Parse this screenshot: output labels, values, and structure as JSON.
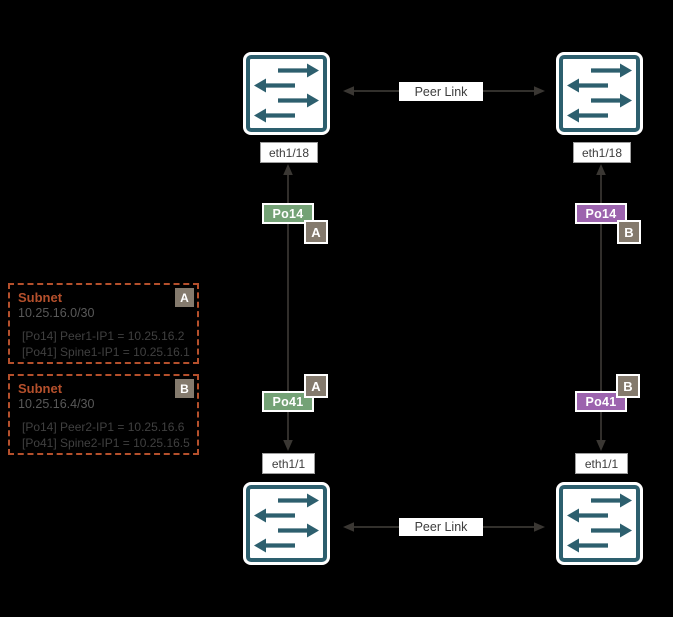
{
  "colors": {
    "background": "#000000",
    "teal": "#2d5f6e",
    "line": "#3a3733",
    "green": "#74a276",
    "purple": "#9c63ae",
    "badge-gray": "#847a6d",
    "orange": "#b5502c",
    "text-dark": "#3d3d3d",
    "text-gray": "#595959",
    "text-entry": "#404040",
    "label-border": "#9e9e9e"
  },
  "peer_link": {
    "top": "Peer Link",
    "bottom": "Peer Link"
  },
  "ports": {
    "top_left": "eth1/18",
    "top_right": "eth1/18",
    "bottom_left": "eth1/1",
    "bottom_right": "eth1/1"
  },
  "port_channels": {
    "top_left": {
      "label": "Po14",
      "badge": "A"
    },
    "top_right": {
      "label": "Po14",
      "badge": "B"
    },
    "bottom_left": {
      "label": "Po41",
      "badge": "A"
    },
    "bottom_right": {
      "label": "Po41",
      "badge": "B"
    }
  },
  "subnets": [
    {
      "title": "Subnet",
      "badge": "A",
      "cidr": "10.25.16.0/30",
      "entries": [
        "[Po14] Peer1-IP1 = 10.25.16.2",
        "[Po41] Spine1-IP1 = 10.25.16.1"
      ]
    },
    {
      "title": "Subnet",
      "badge": "B",
      "cidr": "10.25.16.4/30",
      "entries": [
        "[Po14] Peer2-IP1 = 10.25.16.6",
        "[Po41] Spine2-IP1 = 10.25.16.5"
      ]
    }
  ]
}
